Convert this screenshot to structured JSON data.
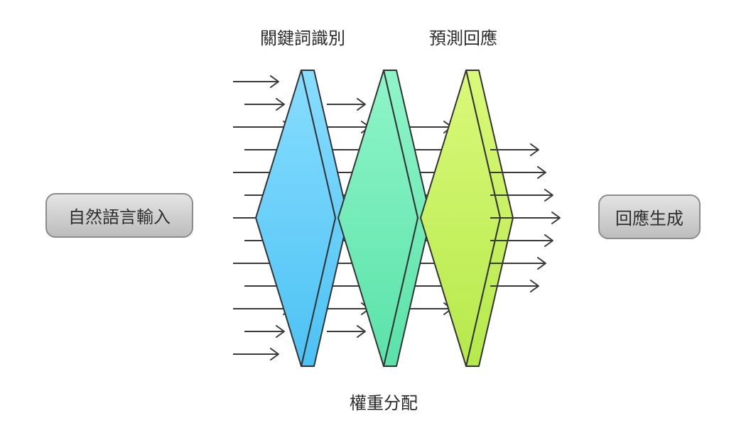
{
  "input_box": {
    "label": "自然語言輸入"
  },
  "output_box": {
    "label": "回應生成"
  },
  "top_labels": {
    "left": "關鍵詞識別",
    "right": "預測回應"
  },
  "bottom_label": "權重分配",
  "layers": [
    {
      "name": "layer-1",
      "color_top": "#88ddff",
      "color_bottom": "#4cc2f4"
    },
    {
      "name": "layer-2",
      "color_top": "#8ff5c8",
      "color_bottom": "#5ae2a9"
    },
    {
      "name": "layer-3",
      "color_top": "#daf97a",
      "color_bottom": "#b5e94b"
    }
  ],
  "colors": {
    "stroke": "#333333",
    "arrow": "#3a3a3a"
  }
}
